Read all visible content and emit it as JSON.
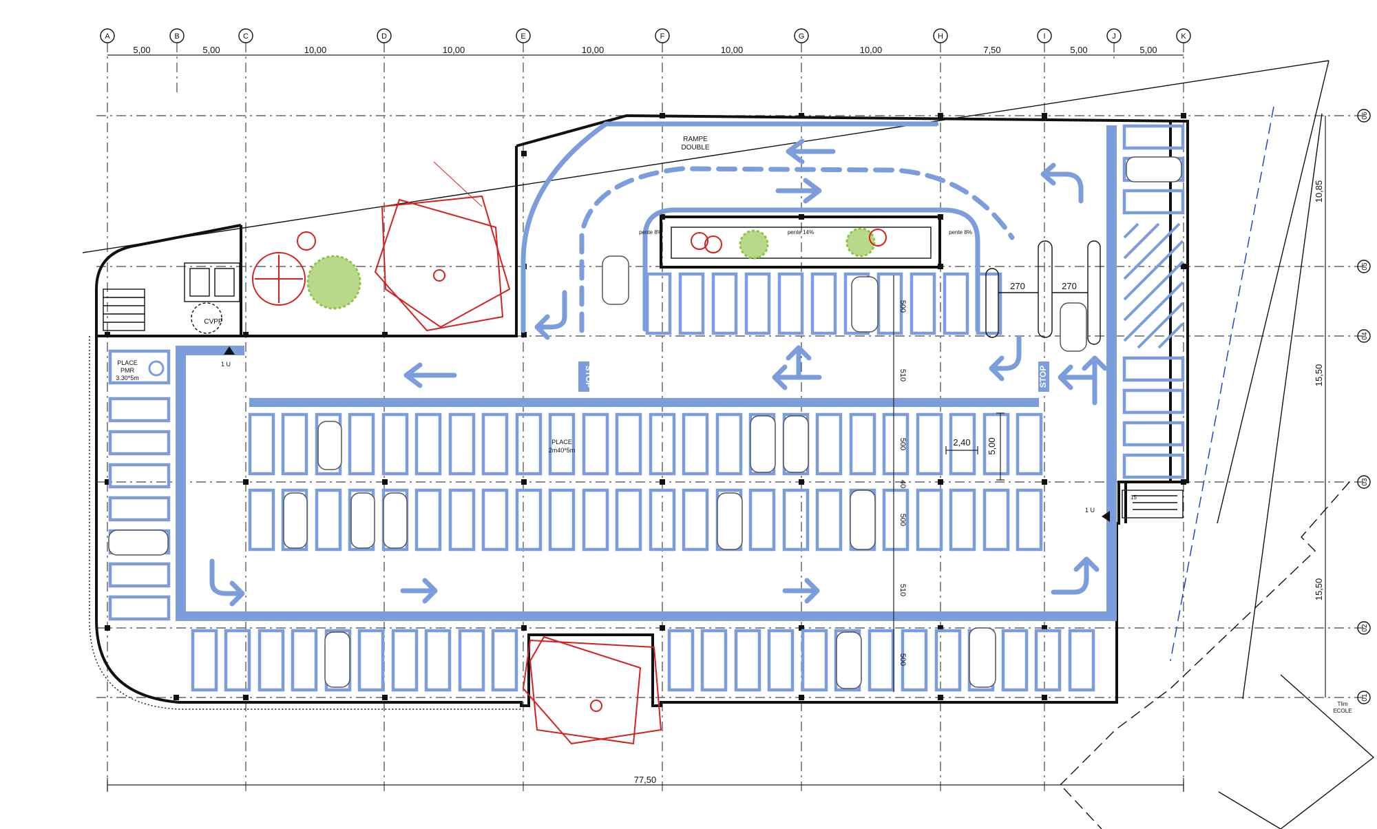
{
  "grid": {
    "letters": [
      "A",
      "B",
      "C",
      "D",
      "E",
      "F",
      "G",
      "H",
      "I",
      "J",
      "K"
    ],
    "spacings": [
      "5,00",
      "5,00",
      "10,00",
      "10,00",
      "10,00",
      "10,00",
      "10,00",
      "7,50",
      "5,00",
      "5,00"
    ],
    "numbers": [
      "06",
      "05",
      "04",
      "03",
      "02",
      "01"
    ],
    "right_dims": [
      "10,85",
      "15,50",
      "15,50"
    ],
    "total": "77,50"
  },
  "labels": {
    "ramp": "RAMPE",
    "ramp2": "DOUBLE",
    "slope_left": "pente 8%",
    "slope_mid": "pente 14%",
    "slope_right": "pente 8%",
    "cvpp": "CVPP",
    "pmr1": "PLACE",
    "pmr2": "PMR",
    "pmr3": "3.30*5m",
    "place1": "PLACE",
    "place2": "2m40*5m",
    "stop": "STOP",
    "level": "1 U",
    "level2": "1 U",
    "ecole1": "Tlim",
    "ecole2": "ECOLE",
    "d270a": "270",
    "d270b": "270",
    "d500a": "500",
    "d510a": "510",
    "d500b": "500",
    "d40": "40",
    "d500c": "500",
    "d510b": "510",
    "d500d": "500",
    "w240": "2,40",
    "l500": "5,00",
    "ix": "15"
  },
  "colors": {
    "lane": "#7b9ddb",
    "tree": "#d62020",
    "shrub": "#8cc63f",
    "wall": "#111111"
  }
}
